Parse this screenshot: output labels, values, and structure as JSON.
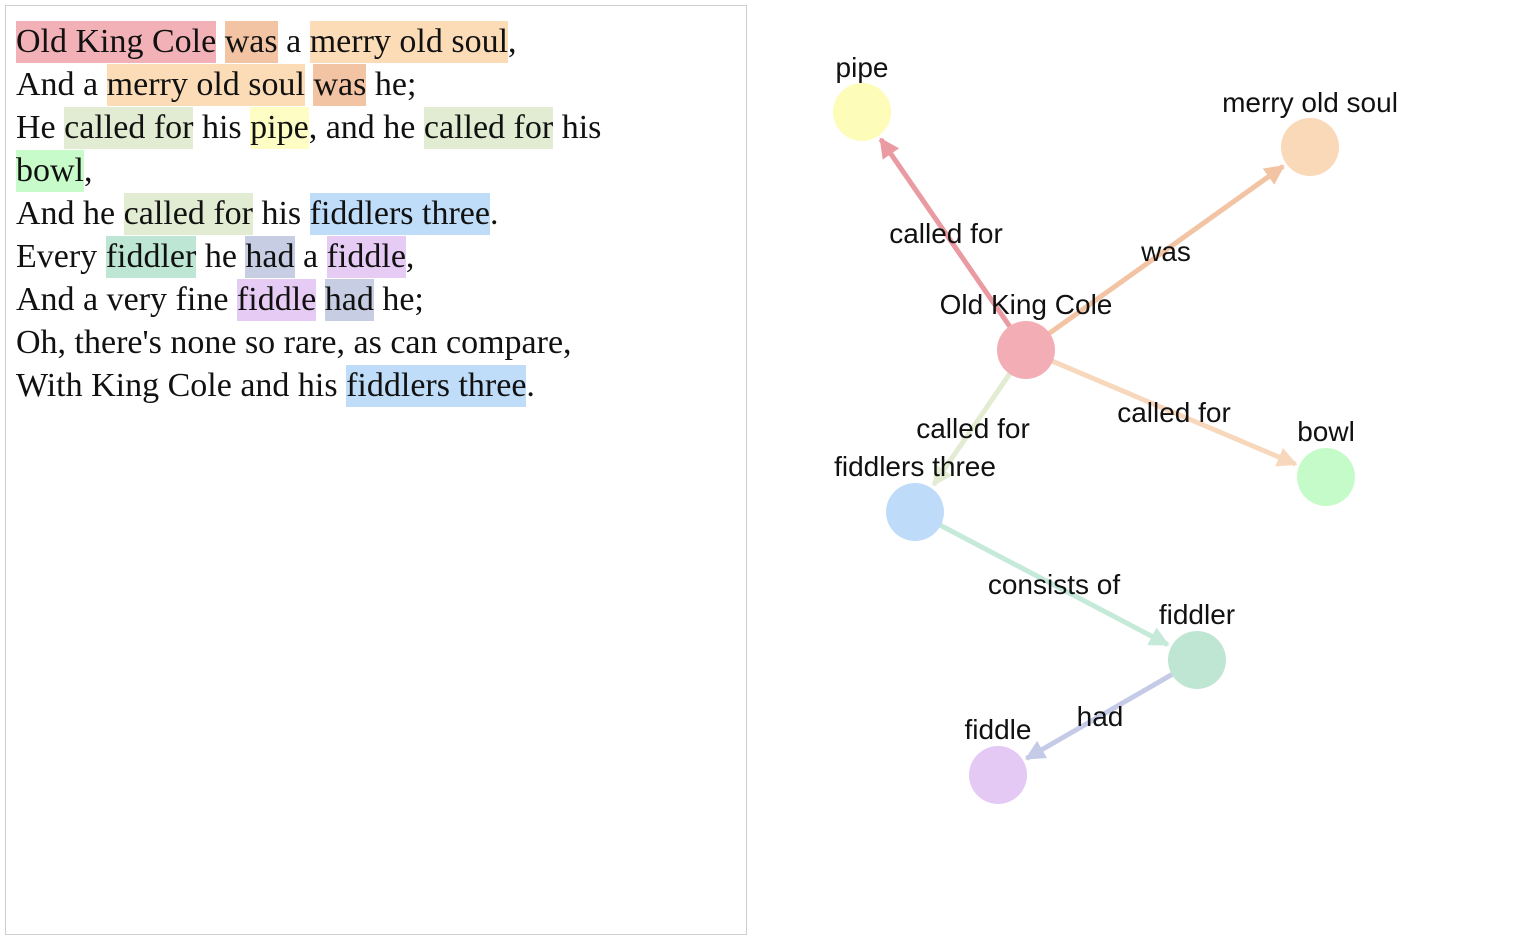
{
  "colors": {
    "old-king-cole": "#f2b1b6",
    "was": "#f3c4a3",
    "merry-old-soul": "#fbdcb7",
    "called-for": "#e2ecd2",
    "pipe": "#fdfdc4",
    "bowl": "#c7fbca",
    "fiddlers-three": "#bfdcf8",
    "fiddler": "#bde6d4",
    "had": "#c7cde2",
    "fiddle": "#e6cbf5"
  },
  "poem": {
    "lines": [
      [
        {
          "text": "Old King Cole",
          "hl": "old-king-cole"
        },
        {
          "text": " "
        },
        {
          "text": "was",
          "hl": "was"
        },
        {
          "text": " a "
        },
        {
          "text": "merry old soul",
          "hl": "merry-old-soul"
        },
        {
          "text": ","
        }
      ],
      [
        {
          "text": "And a "
        },
        {
          "text": "merry old soul",
          "hl": "merry-old-soul"
        },
        {
          "text": " "
        },
        {
          "text": "was",
          "hl": "was"
        },
        {
          "text": " he;"
        }
      ],
      [
        {
          "text": "He "
        },
        {
          "text": "called for",
          "hl": "called-for"
        },
        {
          "text": " his "
        },
        {
          "text": "pipe",
          "hl": "pipe"
        },
        {
          "text": ", and he "
        },
        {
          "text": "called for",
          "hl": "called-for"
        },
        {
          "text": " his"
        }
      ],
      [
        {
          "text": "bowl",
          "hl": "bowl"
        },
        {
          "text": ","
        }
      ],
      [
        {
          "text": "And he "
        },
        {
          "text": "called for",
          "hl": "called-for"
        },
        {
          "text": " his "
        },
        {
          "text": "fiddlers three",
          "hl": "fiddlers-three"
        },
        {
          "text": "."
        }
      ],
      [
        {
          "text": "Every "
        },
        {
          "text": "fiddler",
          "hl": "fiddler"
        },
        {
          "text": " he "
        },
        {
          "text": "had",
          "hl": "had"
        },
        {
          "text": " a "
        },
        {
          "text": "fiddle",
          "hl": "fiddle"
        },
        {
          "text": ","
        }
      ],
      [
        {
          "text": "And a very fine "
        },
        {
          "text": "fiddle",
          "hl": "fiddle"
        },
        {
          "text": " "
        },
        {
          "text": "had",
          "hl": "had"
        },
        {
          "text": " he;"
        }
      ],
      [
        {
          "text": "Oh, there's none so rare, as can compare,"
        }
      ],
      [
        {
          "text": "With King Cole and his "
        },
        {
          "text": "fiddlers three",
          "hl": "fiddlers-three"
        },
        {
          "text": "."
        }
      ]
    ]
  },
  "graph": {
    "nodes": [
      {
        "id": "old-king-cole",
        "label": "Old King Cole",
        "color": "#f2aeb4"
      },
      {
        "id": "pipe",
        "label": "pipe",
        "color": "#fdfcb8"
      },
      {
        "id": "merry-old-soul",
        "label": "merry old soul",
        "color": "#fad9b8"
      },
      {
        "id": "bowl",
        "label": "bowl",
        "color": "#c5fbc8"
      },
      {
        "id": "fiddlers-three",
        "label": "fiddlers three",
        "color": "#bedcfa"
      },
      {
        "id": "fiddler",
        "label": "fiddler",
        "color": "#bee6d3"
      },
      {
        "id": "fiddle",
        "label": "fiddle",
        "color": "#e5c9f5"
      }
    ],
    "edges": [
      {
        "id": "e-pipe",
        "from": "old-king-cole",
        "to": "pipe",
        "label": "called for",
        "color": "#ea9aa1"
      },
      {
        "id": "e-soul",
        "from": "old-king-cole",
        "to": "merry-old-soul",
        "label": "was",
        "color": "#f3c4a4"
      },
      {
        "id": "e-bowl",
        "from": "old-king-cole",
        "to": "bowl",
        "label": "called for",
        "color": "#f8d8bc"
      },
      {
        "id": "e-fiddlers",
        "from": "old-king-cole",
        "to": "fiddlers-three",
        "label": "called for",
        "color": "#e3ecd3"
      },
      {
        "id": "e-fiddler",
        "from": "fiddlers-three",
        "to": "fiddler",
        "label": "consists of",
        "color": "#c6ead9"
      },
      {
        "id": "e-fiddle",
        "from": "fiddler",
        "to": "fiddle",
        "label": "had",
        "color": "#c5cbe6"
      }
    ]
  }
}
